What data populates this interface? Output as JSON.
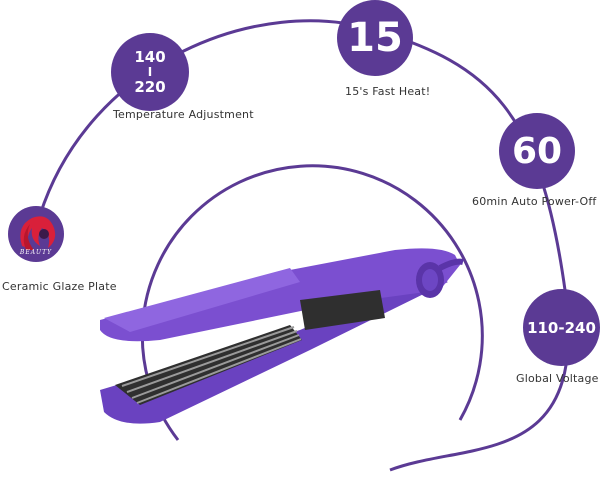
{
  "colors": {
    "accent": "#5b3a94",
    "ring": "#5b3a94",
    "device_body": "#7b4fd0",
    "device_dark": "#5a34a8",
    "plate": "#3a3a3a"
  },
  "features": {
    "temperature": {
      "line1": "140",
      "line2": "I",
      "line3": "220",
      "label": "Temperature Adjustment"
    },
    "fast_heat": {
      "value": "15",
      "label": "15's Fast Heat!"
    },
    "auto_off": {
      "value": "60",
      "label": "60min Auto Power-Off"
    },
    "voltage": {
      "value": "110-240",
      "label": "Global Voltage"
    },
    "plate": {
      "logo_text": "BEAUTY",
      "label": "Ceramic Glaze Plate",
      "icon": "hair-logo-icon"
    }
  }
}
